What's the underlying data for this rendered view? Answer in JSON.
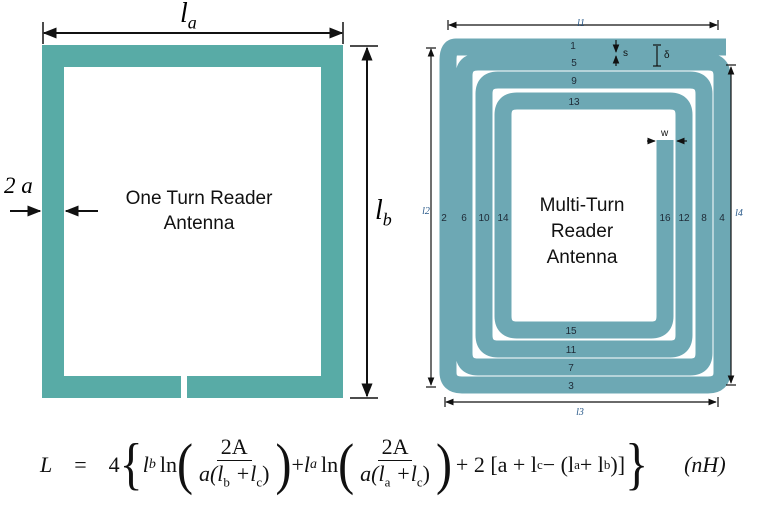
{
  "colors": {
    "single_turn": "#58aba6",
    "multi_turn": "#6da8b4",
    "line": "#111111"
  },
  "one_turn": {
    "width_label": "l",
    "width_sub": "a",
    "height_label": "l",
    "height_sub": "b",
    "thickness_label": "2 a",
    "caption_line1": "One Turn Reader",
    "caption_line2": "Antenna"
  },
  "multi_turn": {
    "caption_line1": "Multi-Turn",
    "caption_line2": "Reader",
    "caption_line3": "Antenna",
    "dim_top": "l1",
    "dim_left": "l2",
    "dim_bottom": "l3",
    "dim_right": "l4",
    "spacing": "s",
    "pitch": "δ",
    "width": "w",
    "segments": [
      "1",
      "2",
      "3",
      "4",
      "5",
      "6",
      "7",
      "8",
      "9",
      "10",
      "11",
      "12",
      "13",
      "14",
      "15",
      "16"
    ]
  },
  "equation": {
    "lhs": "L",
    "eq": "=",
    "coef": "4",
    "lb": "l",
    "lb_sub": "b",
    "ln": "ln",
    "num": "2A",
    "den1": "a(l",
    "den1_sub1": "b",
    "den1_mid": " +l",
    "den1_sub2": "c",
    "den1_end": ")",
    "plus": "+",
    "la": "l",
    "la_sub": "a",
    "den2_sub1": "a",
    "term3": "+ 2 [a + l",
    "term3_sub_c": "c",
    "term3_mid": " − (l",
    "term3_sub_a": "a",
    "term3_mid2": " + l",
    "term3_sub_b": "b",
    "term3_end": ")]",
    "unit": "(nH)"
  }
}
